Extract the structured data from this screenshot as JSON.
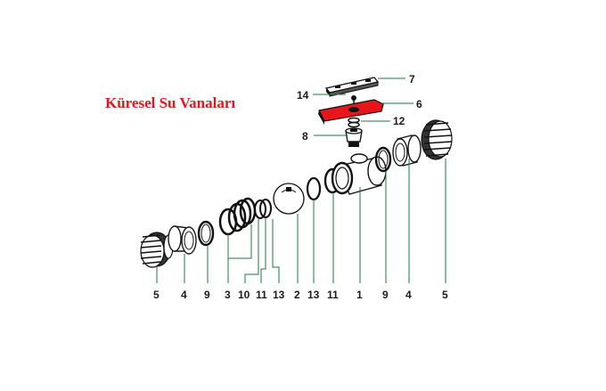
{
  "title": "Küresel Su Vanaları",
  "colors": {
    "title": "#e8161b",
    "leader": "#1e7a3c",
    "handle": "#e8161b"
  },
  "top_labels": [
    "7",
    "14",
    "6",
    "12",
    "8"
  ],
  "bottom_labels": [
    "5",
    "4",
    "9",
    "3",
    "10",
    "11",
    "13",
    "2",
    "13",
    "11",
    "1",
    "9",
    "4",
    "5"
  ]
}
